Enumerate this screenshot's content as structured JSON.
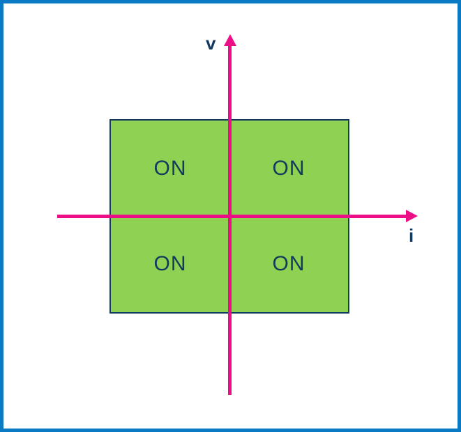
{
  "diagram": {
    "axis": {
      "vertical_label": "v",
      "horizontal_label": "i"
    },
    "quadrants": [
      {
        "position": "top-left",
        "state": "ON"
      },
      {
        "position": "top-right",
        "state": "ON"
      },
      {
        "position": "bottom-left",
        "state": "ON"
      },
      {
        "position": "bottom-right",
        "state": "ON"
      }
    ],
    "colors": {
      "frame_border": "#0B7AC4",
      "axis": "#EC0E87",
      "region_fill": "#8FD152",
      "region_outline": "#12395E",
      "label_text": "#12395E",
      "background": "#FFFFFF"
    }
  }
}
